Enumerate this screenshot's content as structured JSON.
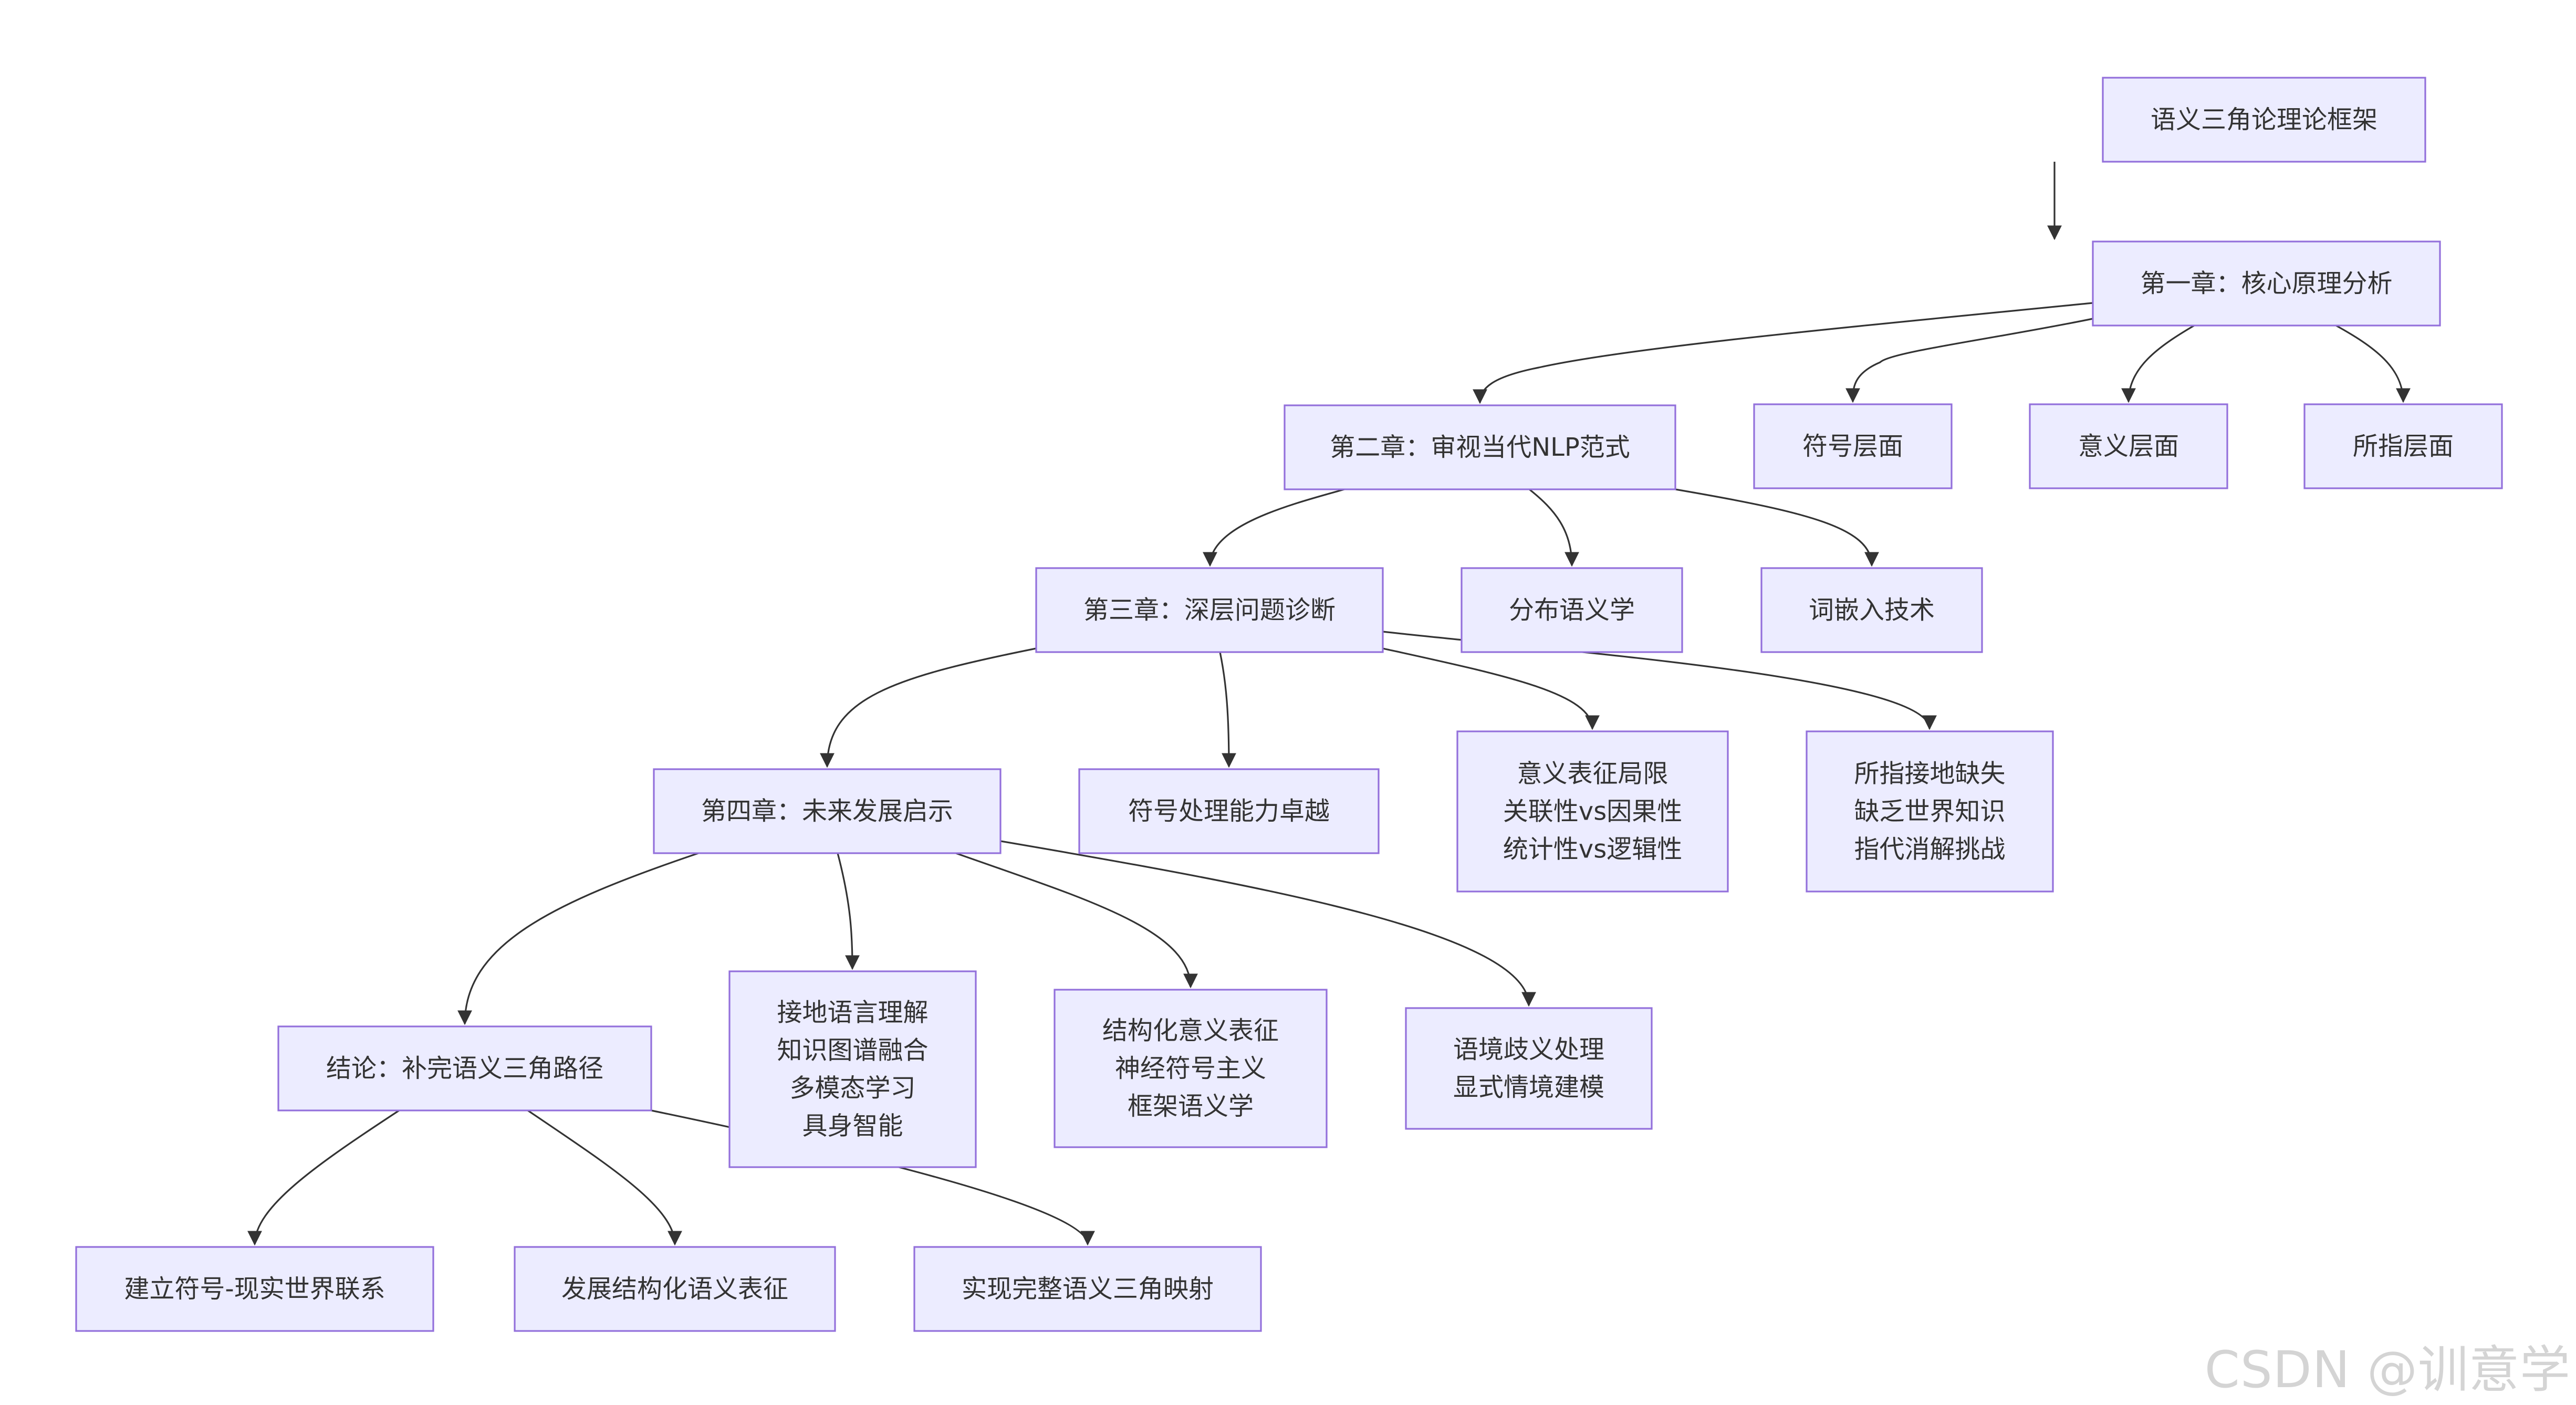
{
  "diagram": {
    "nodes": [
      {
        "id": "root",
        "lines": [
          "语义三角论理论框架"
        ]
      },
      {
        "id": "ch1",
        "lines": [
          "第一章：核心原理分析"
        ]
      },
      {
        "id": "sym_layer",
        "lines": [
          "符号层面"
        ]
      },
      {
        "id": "mean_layer",
        "lines": [
          "意义层面"
        ]
      },
      {
        "id": "ref_layer",
        "lines": [
          "所指层面"
        ]
      },
      {
        "id": "ch2",
        "lines": [
          "第二章：审视当代NLP范式"
        ]
      },
      {
        "id": "dist_sem",
        "lines": [
          "分布语义学"
        ]
      },
      {
        "id": "word_emb",
        "lines": [
          "词嵌入技术"
        ]
      },
      {
        "id": "ch3",
        "lines": [
          "第三章：深层问题诊断"
        ]
      },
      {
        "id": "sym_proc",
        "lines": [
          "符号处理能力卓越"
        ]
      },
      {
        "id": "mean_limit",
        "lines": [
          "意义表征局限",
          "关联性vs因果性",
          "统计性vs逻辑性"
        ]
      },
      {
        "id": "ground_lack",
        "lines": [
          "所指接地缺失",
          "缺乏世界知识",
          "指代消解挑战"
        ]
      },
      {
        "id": "ch4",
        "lines": [
          "第四章：未来发展启示"
        ]
      },
      {
        "id": "grounded",
        "lines": [
          "接地语言理解",
          "知识图谱融合",
          "多模态学习",
          "具身智能"
        ]
      },
      {
        "id": "struct_mean",
        "lines": [
          "结构化意义表征",
          "神经符号主义",
          "框架语义学"
        ]
      },
      {
        "id": "context",
        "lines": [
          "语境歧义处理",
          "显式情境建模"
        ]
      },
      {
        "id": "concl",
        "lines": [
          "结论：补完语义三角路径"
        ]
      },
      {
        "id": "link",
        "lines": [
          "建立符号-现实世界联系"
        ]
      },
      {
        "id": "develop",
        "lines": [
          "发展结构化语义表征"
        ]
      },
      {
        "id": "complete",
        "lines": [
          "实现完整语义三角映射"
        ]
      }
    ],
    "edges": [
      [
        "root",
        "ch1"
      ],
      [
        "ch1",
        "ch2"
      ],
      [
        "ch1",
        "sym_layer"
      ],
      [
        "ch1",
        "mean_layer"
      ],
      [
        "ch1",
        "ref_layer"
      ],
      [
        "ch2",
        "ch3"
      ],
      [
        "ch2",
        "dist_sem"
      ],
      [
        "ch2",
        "word_emb"
      ],
      [
        "ch3",
        "ch4"
      ],
      [
        "ch3",
        "sym_proc"
      ],
      [
        "ch3",
        "mean_limit"
      ],
      [
        "ch3",
        "ground_lack"
      ],
      [
        "ch4",
        "concl"
      ],
      [
        "ch4",
        "grounded"
      ],
      [
        "ch4",
        "struct_mean"
      ],
      [
        "ch4",
        "context"
      ],
      [
        "concl",
        "link"
      ],
      [
        "concl",
        "develop"
      ],
      [
        "concl",
        "complete"
      ]
    ]
  },
  "watermark": "CSDN @训意学"
}
